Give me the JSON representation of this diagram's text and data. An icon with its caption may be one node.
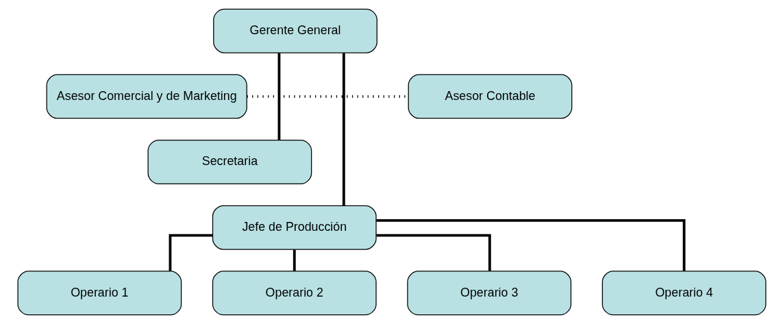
{
  "diagram": {
    "nodes": [
      {
        "text": [
          "Gerente General"
        ]
      },
      {
        "text": [
          "Asesor Comercial y de Marketing"
        ]
      },
      {
        "text": [
          "Asesor Contable"
        ]
      },
      {
        "text": [
          "Secretaria"
        ]
      },
      {
        "text": [
          "Jefe de Producción"
        ]
      },
      {
        "text": [
          "Operario 1"
        ]
      },
      {
        "text": [
          "Operario 2"
        ]
      },
      {
        "text": [
          "Operario 3"
        ]
      },
      {
        "text": [
          "Operario 4"
        ]
      }
    ],
    "edges": [
      {
        "from": 0,
        "to": 4,
        "arrow": "none"
      },
      {
        "from": 1,
        "to": 2,
        "arrow": "none",
        "style": "dashed"
      },
      {
        "from": 0,
        "to": 3,
        "arrow": "none"
      },
      {
        "from": 4,
        "to": 5,
        "arrow": "none"
      },
      {
        "from": 4,
        "to": 6,
        "arrow": "none"
      },
      {
        "from": 4,
        "to": 7,
        "arrow": "none"
      },
      {
        "from": 4,
        "to": 8,
        "arrow": "none"
      }
    ]
  }
}
